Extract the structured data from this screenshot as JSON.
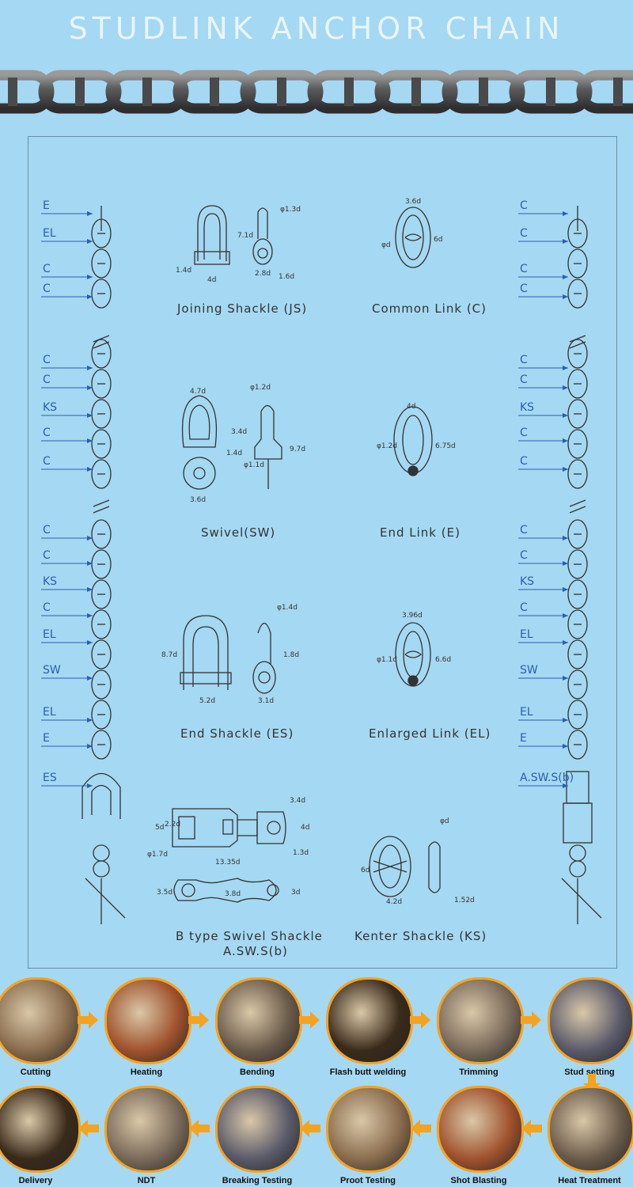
{
  "title": "STUDLINK ANCHOR CHAIN",
  "left_labels": [
    "E",
    "EL",
    "C",
    "C",
    "C",
    "C",
    "KS",
    "C",
    "C",
    "C",
    "C",
    "KS",
    "C",
    "EL",
    "SW",
    "EL",
    "E",
    "ES"
  ],
  "right_labels": [
    "C",
    "C",
    "C",
    "C",
    "C",
    "C",
    "KS",
    "C",
    "C",
    "C",
    "C",
    "KS",
    "C",
    "EL",
    "SW",
    "EL",
    "E",
    "A.SW.S(b)"
  ],
  "captions": {
    "js": "Joining Shackle (JS)",
    "c": "Common Link (C)",
    "sw": "Swivel(SW)",
    "e": "End Link (E)",
    "es": "End Shackle (ES)",
    "el": "Enlarged Link (EL)",
    "asws_1": "B type Swivel Shackle",
    "asws_2": "A.SW.S(b)",
    "ks": "Kenter Shackle (KS)"
  },
  "dims": {
    "js": [
      "7.1d",
      "4d",
      "1.4d",
      "φ1.3d",
      "2.8d",
      "1.6d"
    ],
    "c": [
      "3.6d",
      "φd",
      "6d"
    ],
    "sw": [
      "4.7d",
      "φ1.2d",
      "3.4d",
      "1.4d",
      "φ1.1d",
      "9.7d",
      "3.6d"
    ],
    "e": [
      "4d",
      "φ1.2d",
      "6.75d"
    ],
    "es": [
      "8.7d",
      "5.2d",
      "φ1.4d",
      "1.8d",
      "3.1d"
    ],
    "el": [
      "3.96d",
      "φ1.1d",
      "6.6d"
    ],
    "asws": [
      "5d",
      "2.2d",
      "3.4d",
      "φ1.7d",
      "13.35d",
      "4d",
      "1.3d",
      "3.5d",
      "3.8d",
      "3d"
    ],
    "ks": [
      "6d",
      "4.2d",
      "φd",
      "1.52d"
    ]
  },
  "process_row1": [
    "Cutting",
    "Heating",
    "Bending",
    "Flash butt welding",
    "Trimming",
    "Stud setting"
  ],
  "process_row2": [
    "Delivery",
    "NDT",
    "Breaking Testing",
    "Proot Testing",
    "Shot Blasting",
    "Heat Treatment"
  ],
  "colors": {
    "background": "#a5d8f2",
    "label_blue": "#2a5fb0",
    "arrow_orange": "#f5a31f"
  }
}
